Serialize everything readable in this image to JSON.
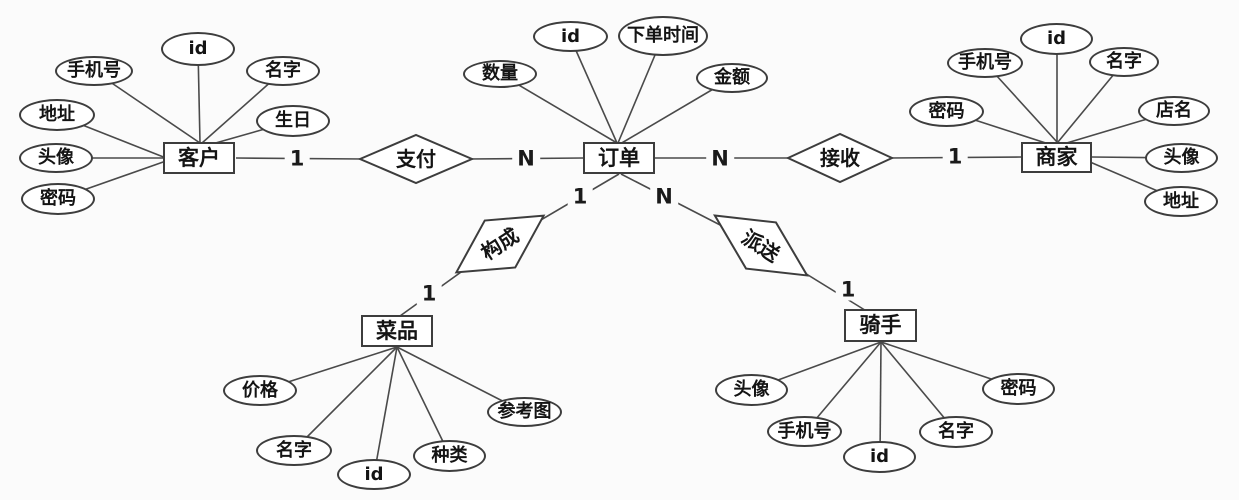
{
  "entities": {
    "customer": "客户",
    "order": "订单",
    "merchant": "商家",
    "dish": "菜品",
    "rider": "骑手"
  },
  "relationships": {
    "pay": "支付",
    "receive": "接收",
    "compose": "构成",
    "deliver": "派送"
  },
  "attributes": {
    "customer_phone": "手机号",
    "customer_id": "id",
    "customer_name": "名字",
    "customer_address": "地址",
    "customer_birthday": "生日",
    "customer_avatar": "头像",
    "customer_password": "密码",
    "order_quantity": "数量",
    "order_id": "id",
    "order_time": "下单时间",
    "order_amount": "金额",
    "merchant_phone": "手机号",
    "merchant_id": "id",
    "merchant_name": "名字",
    "merchant_password": "密码",
    "merchant_store_name": "店名",
    "merchant_avatar": "头像",
    "merchant_address": "地址",
    "dish_price": "价格",
    "dish_name": "名字",
    "dish_id": "id",
    "dish_category": "种类",
    "dish_reference_image": "参考图",
    "rider_avatar": "头像",
    "rider_phone": "手机号",
    "rider_id": "id",
    "rider_name": "名字",
    "rider_password": "密码"
  },
  "cardinalities": {
    "customer_pay": "1",
    "pay_order": "N",
    "order_receive": "N",
    "receive_merchant": "1",
    "order_compose": "1",
    "compose_dish": "1",
    "order_deliver": "N",
    "deliver_rider": "1"
  },
  "colors": {
    "line": "#4a4a4a",
    "shape_border": "#3d3d3d",
    "shape_fill": "#ffffff",
    "text": "#141414",
    "background": "#fbfbfb"
  }
}
